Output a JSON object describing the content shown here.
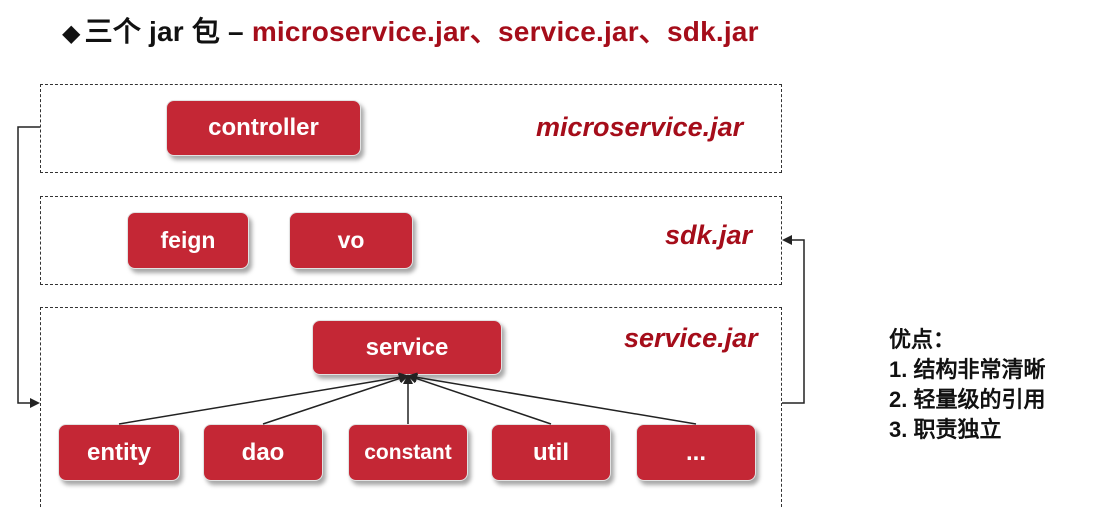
{
  "title": {
    "bullet": "◆",
    "prefix": "三个 jar 包 – ",
    "highlight": "microservice.jar、service.jar、sdk.jar"
  },
  "frames": {
    "microservice": {
      "label": "microservice.jar",
      "boxes": [
        "controller"
      ]
    },
    "sdk": {
      "label": "sdk.jar",
      "boxes": [
        "feign",
        "vo"
      ]
    },
    "service": {
      "label": "service.jar",
      "top_box": "service",
      "boxes": [
        "entity",
        "dao",
        "constant",
        "util",
        "..."
      ]
    }
  },
  "merits": {
    "heading": "优点：",
    "items": [
      "1. 结构非常清晰",
      "2. 轻量级的引用",
      "3. 职责独立"
    ]
  },
  "colors": {
    "accent": "#a50d1a",
    "box_fill": "#c42735"
  }
}
